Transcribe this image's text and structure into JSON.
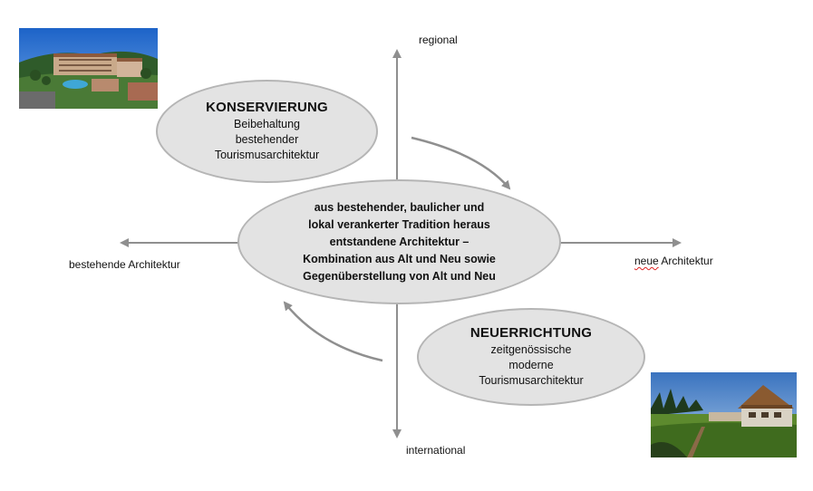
{
  "axes": {
    "top": "regional",
    "bottom": "international",
    "left": "bestehende Architektur",
    "right_word1": "neue",
    "right_word2": "Architektur"
  },
  "konservierung": {
    "title": "KONSERVIERUNG",
    "lines": [
      "Beibehaltung",
      "bestehender",
      "Tourismusarchitektur"
    ]
  },
  "center": {
    "lines": [
      "aus bestehender, baulicher und",
      "lokal verankerter Tradition heraus",
      "entstandene Architektur –",
      "Kombination aus Alt und Neu sowie",
      "Gegenüberstellung von Alt und Neu"
    ]
  },
  "neuerrichtung": {
    "title": "NEUERRICHTUNG",
    "lines": [
      "zeitgenössische",
      "moderne",
      "Tourismusarchitektur"
    ]
  },
  "colors": {
    "ellipse_fill": "#e3e3e3",
    "ellipse_border": "#b5b5b5",
    "arrow": "#8f8f8f"
  },
  "images": {
    "top_left": "photo-hotel-complex",
    "bottom_right": "photo-wooden-chalet"
  }
}
